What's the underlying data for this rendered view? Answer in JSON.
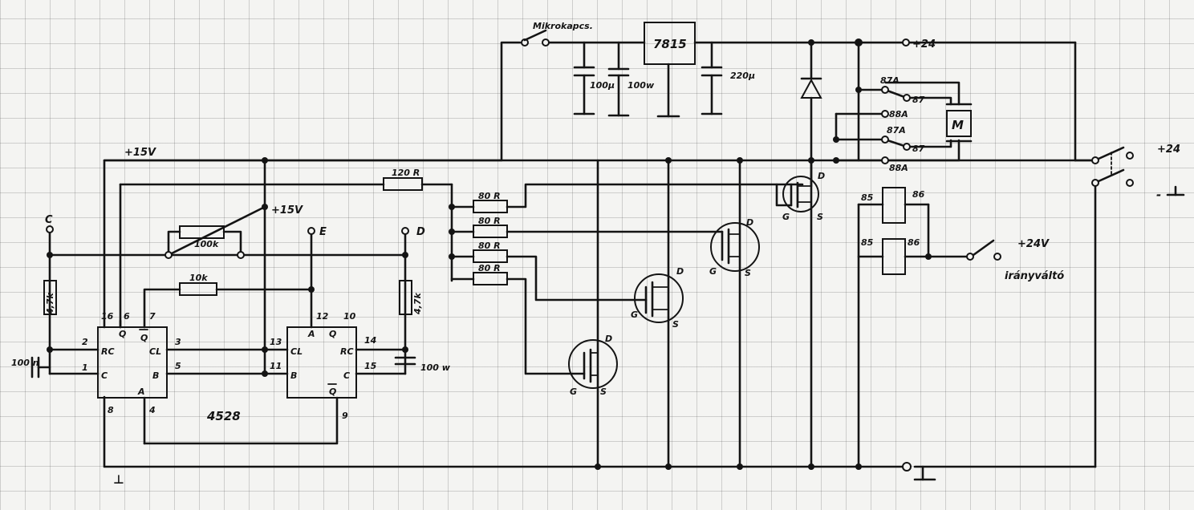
{
  "labels": {
    "mikrokapcsolo": "Mikrokapcs.",
    "reg": "7815",
    "c100u_1": "100μ",
    "c100n_1": "100w",
    "c220u": "220μ",
    "plus24_top": "+24",
    "plus15v_rail": "+15V",
    "plus15v_pot": "+15V",
    "r120": "120 R",
    "r80_1": "80 R",
    "r80_2": "80 R",
    "r80_3": "80 R",
    "r80_4": "80 R",
    "pot": "100k",
    "r4k7_left": "4,7k",
    "r4k7_right": "4,7k",
    "r10k": "10k",
    "node_c": "C",
    "node_e": "E",
    "node_d": "D",
    "c100n_left": "100 n",
    "c100n_right": "100 w",
    "chip": "4528",
    "pin16": "16",
    "pin6": "6",
    "pin7": "7",
    "pin2": "2",
    "pin1": "1",
    "pin3": "3",
    "pin5": "5",
    "pin8": "8",
    "pin4": "4",
    "pin13": "13",
    "pin11": "11",
    "pin12": "12",
    "pin10": "10",
    "pin14": "14",
    "pin15": "15",
    "pin9": "9",
    "rc_a": "RC",
    "c_a": "C",
    "q_a": "Q",
    "qbar_a": "Q",
    "cl_a": "CL",
    "b_a": "B",
    "a_a": "A",
    "a_b": "A",
    "q_b": "Q",
    "cl_b": "CL",
    "b_b": "B",
    "rc_b": "RC",
    "c_b": "C",
    "qbar_b": "Q",
    "relay_87a_1": "87A",
    "relay_88a_1": "88A",
    "relay_87_1": "87",
    "relay_87a_2": "87A",
    "relay_87_2": "87",
    "relay_88a_2": "88A",
    "motor": "M",
    "relay_85_1": "85",
    "relay_86_1": "86",
    "relay_85_2": "85",
    "relay_86_2": "86",
    "plus24v_switch": "+24V",
    "iranyvalto": "irányváltó",
    "plus24_right": "+24",
    "minus_right": "-",
    "ground_left": "⊥",
    "ground_bottom": "⊥",
    "mosfet_d": "D",
    "mosfet_g": "G",
    "mosfet_s": "S"
  }
}
